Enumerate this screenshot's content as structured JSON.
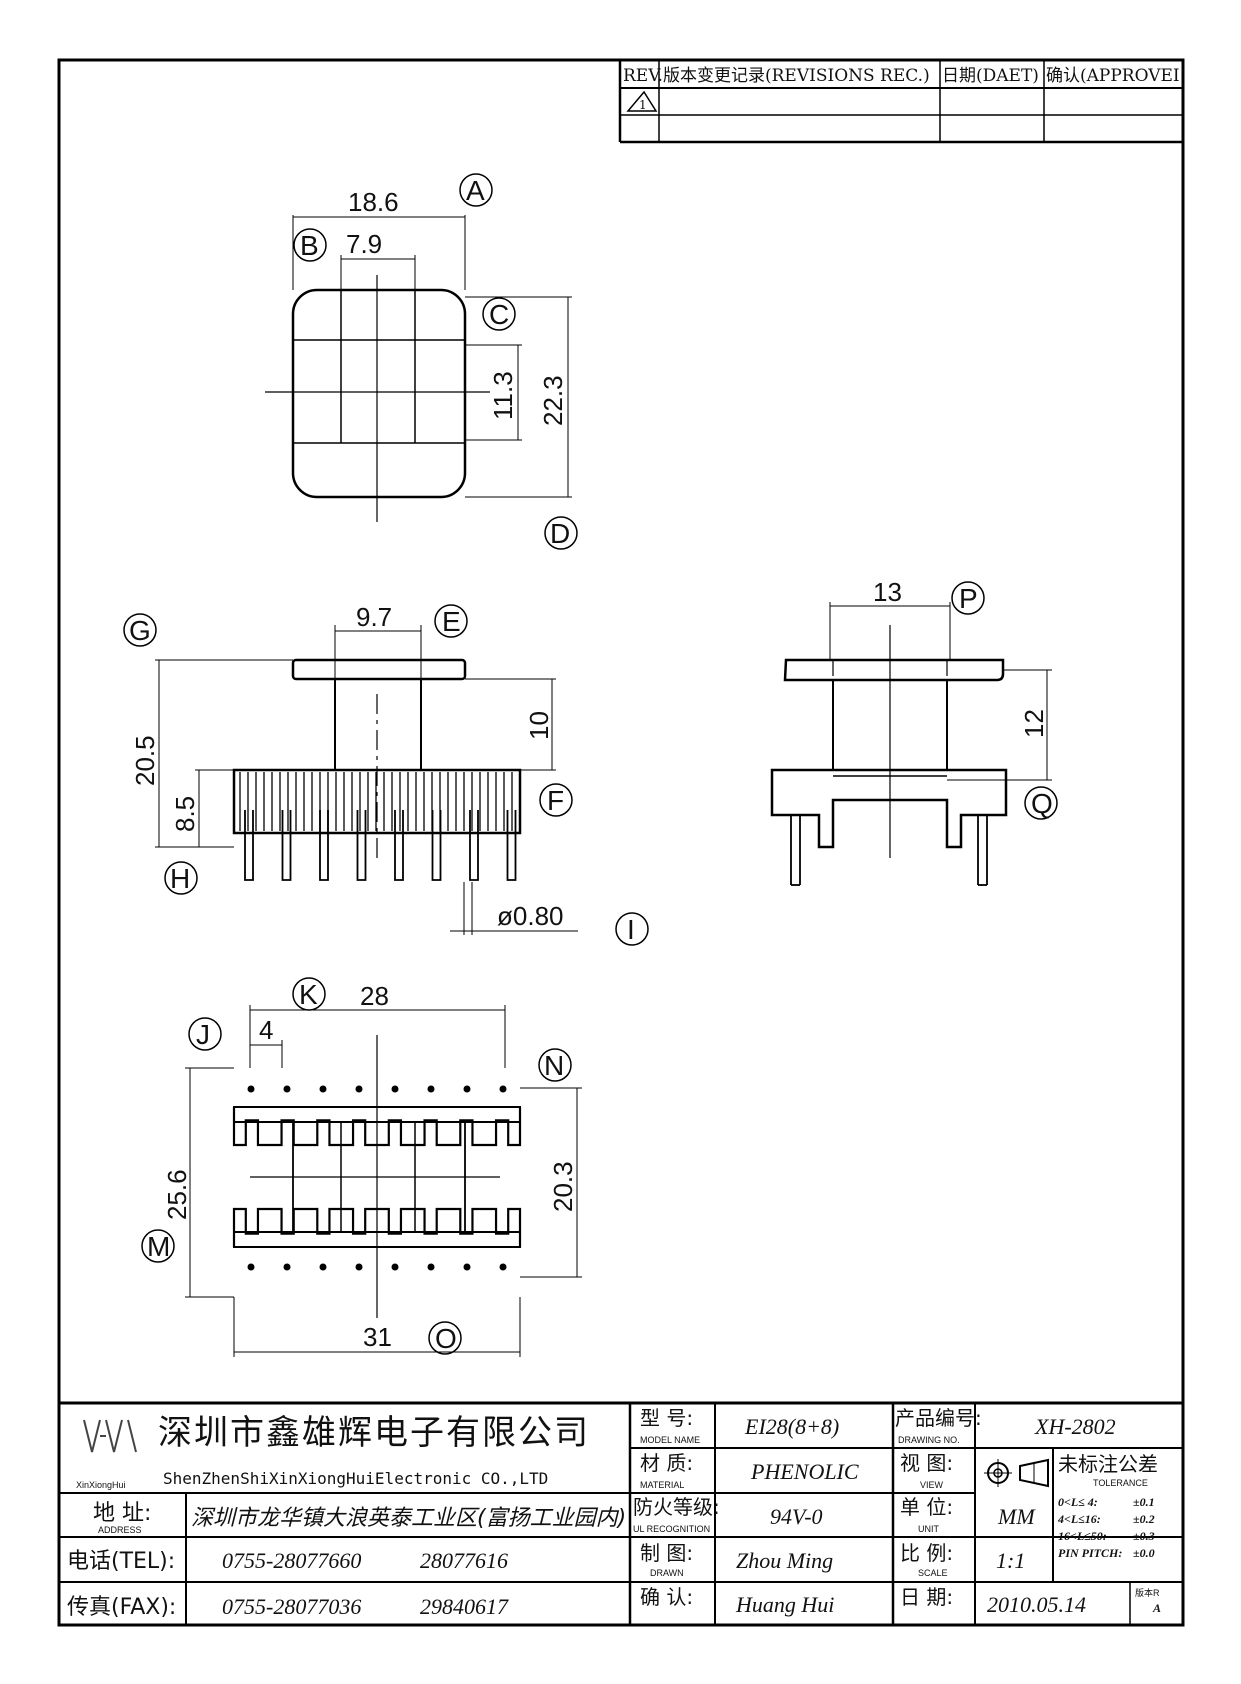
{
  "revision_table": {
    "headers": [
      "REV.",
      "版本变更记录(REVISIONS REC.)",
      "日期(DAET)",
      "确认(APPROVEI"
    ],
    "rev_mark": "1"
  },
  "top_view": {
    "dims": {
      "width_outer": "18.6",
      "width_inner": "7.9",
      "height_inner": "11.3",
      "height_outer": "22.3"
    },
    "labels": {
      "a": "A",
      "b": "B",
      "c": "C",
      "d": "D"
    }
  },
  "front_view": {
    "dims": {
      "flange": "9.7",
      "upper_height": "10",
      "total_height": "20.5",
      "base_height": "8.5",
      "pin_dia": "ø0.80"
    },
    "labels": {
      "e": "E",
      "f": "F",
      "g": "G",
      "h": "H",
      "i": "I"
    }
  },
  "side_view": {
    "dims": {
      "width": "13",
      "height": "12"
    },
    "labels": {
      "p": "P",
      "q": "Q"
    }
  },
  "bottom_view": {
    "dims": {
      "pin_span": "28",
      "pin_pitch": "4",
      "total_height": "25.6",
      "inner_height": "20.3",
      "total_width": "31"
    },
    "labels": {
      "j": "J",
      "k": "K",
      "m": "M",
      "n": "N",
      "o": "O"
    }
  },
  "title_block": {
    "company_cn": "深圳市鑫雄辉电子有限公司",
    "company_en": "ShenZhenShiXinXiongHuiElectronic CO.,LTD",
    "logo_text": "XinXiongHui",
    "address_label": "地  址:",
    "address_label_en": "ADDRESS",
    "address": "深圳市龙华镇大浪英泰工业区(富扬工业园内)",
    "tel_label": "电话(TEL):",
    "tel_1": "0755-28077660",
    "tel_2": "28077616",
    "fax_label": "传真(FAX):",
    "fax_1": "0755-28077036",
    "fax_2": "29840617",
    "model_label": "型  号:",
    "model_label_en": "MODEL NAME",
    "model": "EI28(8+8)",
    "material_label": "材  质:",
    "material_label_en": "MATERIAL",
    "material": "PHENOLIC",
    "fire_label": "防火等级:",
    "fire_label_en": "UL RECOGNITION",
    "fire": "94V-0",
    "drawn_label": "制  图:",
    "drawn_label_en": "DRAWN",
    "drawn": "Zhou Ming",
    "confirm_label": "确  认:",
    "confirm": "Huang Hui",
    "drawing_no_label": "产品编号:",
    "drawing_no_label_en": "DRAWING NO.",
    "drawing_no": "XH-2802",
    "view_label": "视  图:",
    "view_label_en": "VIEW",
    "unit_label": "单  位:",
    "unit_label_en": "UNIT",
    "unit": "MM",
    "scale_label": "比  例:",
    "scale_label_en": "SCALE",
    "scale": "1:1",
    "date_label": "日  期:",
    "date": "2010.05.14",
    "tolerance_label": "未标注公差",
    "tolerance_label_en": "TOLERANCE",
    "tolerances": [
      {
        "range": "0<L≤ 4:",
        "value": "±0.1"
      },
      {
        "range": "4<L≤16:",
        "value": "±0.2"
      },
      {
        "range": "16<L≤50:",
        "value": "±0.3"
      },
      {
        "range": "PIN PITCH:",
        "value": "±0.0"
      }
    ],
    "version_label": "版本R",
    "version": "A"
  }
}
